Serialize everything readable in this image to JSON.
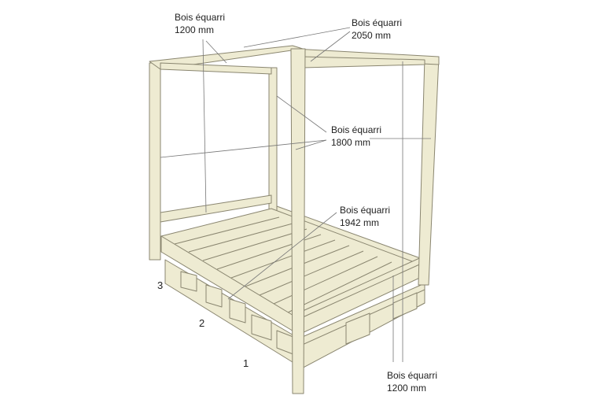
{
  "labels": [
    {
      "line1": "Bois équarri",
      "line2": "1200 mm"
    },
    {
      "line1": "Bois équarri",
      "line2": "2050 mm"
    },
    {
      "line1": "Bois équarri",
      "line2": "1800 mm"
    },
    {
      "line1": "Bois équarri",
      "line2": "1942 mm"
    },
    {
      "line1": "Bois équarri",
      "line2": "1200 mm"
    }
  ],
  "pallet_numbers": [
    "3",
    "2",
    "1"
  ],
  "colors": {
    "wood": "#eeebd2",
    "outline": "#8a8670"
  }
}
